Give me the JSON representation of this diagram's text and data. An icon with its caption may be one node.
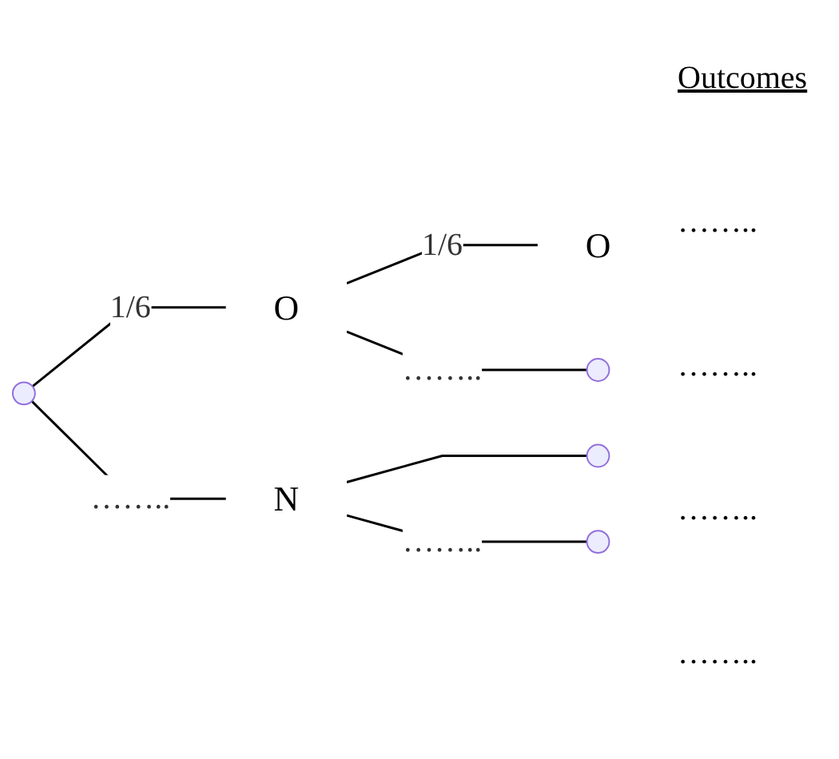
{
  "diagram": {
    "nodes": [
      {
        "text": [],
        "shape": "point"
      },
      {
        "text": [
          "O"
        ]
      },
      {
        "text": [
          "N"
        ]
      },
      {
        "text": [
          "O"
        ]
      },
      {
        "text": [],
        "shape": "point"
      },
      {
        "text": [],
        "shape": "point"
      },
      {
        "text": [],
        "shape": "point"
      }
    ],
    "edges": [
      {
        "from": 0,
        "to": 1,
        "arrow": "none",
        "label": "1/6"
      },
      {
        "from": 0,
        "to": 2,
        "arrow": "none",
        "label": "…….."
      },
      {
        "from": 1,
        "to": 3,
        "arrow": "none",
        "label": "1/6"
      },
      {
        "from": 1,
        "to": 4,
        "arrow": "none",
        "label": "…….."
      },
      {
        "from": 2,
        "to": 5,
        "arrow": "none"
      },
      {
        "from": 2,
        "to": 6,
        "arrow": "none",
        "label": "…….."
      }
    ],
    "labels": [
      "Outcomes",
      "……..",
      "……..",
      "……..",
      "…….."
    ]
  }
}
